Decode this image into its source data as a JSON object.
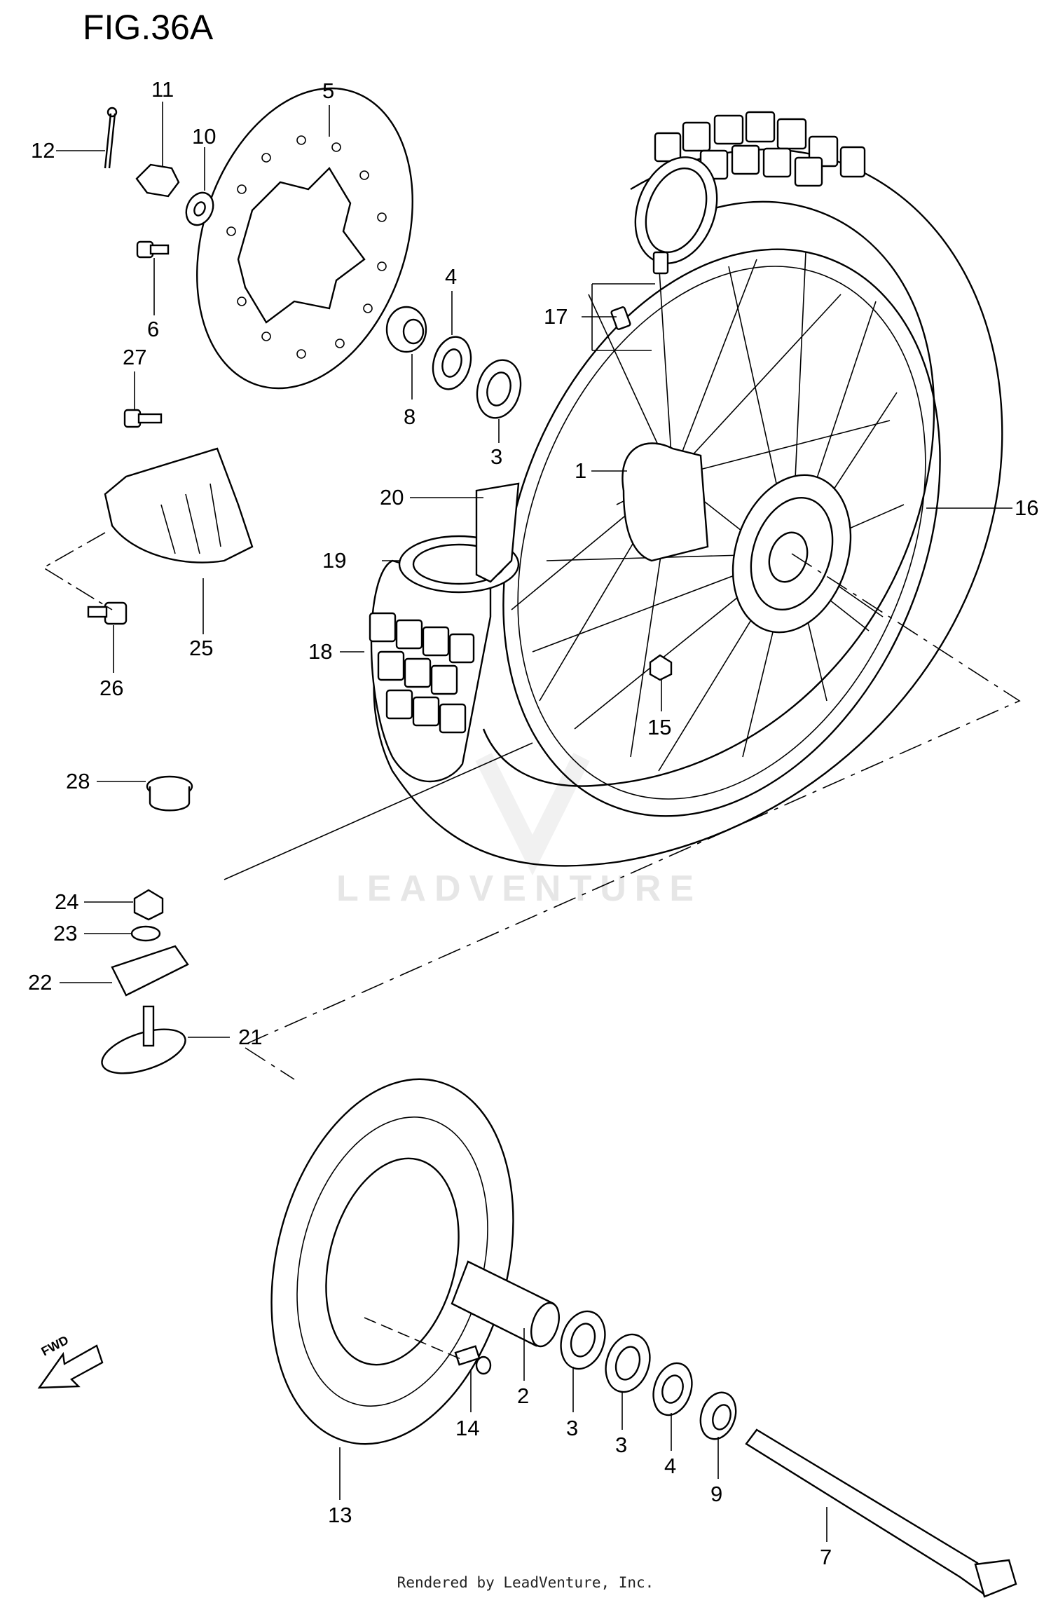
{
  "figure": {
    "title": "FIG.36A",
    "footer": "Rendered by LeadVenture, Inc.",
    "watermark": "LEADVENTURE",
    "fwd_label": "FWD"
  },
  "callouts": [
    {
      "id": "c12",
      "label": "12"
    },
    {
      "id": "c11",
      "label": "11"
    },
    {
      "id": "c10",
      "label": "10"
    },
    {
      "id": "c5",
      "label": "5"
    },
    {
      "id": "c6",
      "label": "6"
    },
    {
      "id": "c27",
      "label": "27"
    },
    {
      "id": "c4a",
      "label": "4"
    },
    {
      "id": "c8",
      "label": "8"
    },
    {
      "id": "c3a",
      "label": "3"
    },
    {
      "id": "c17",
      "label": "17"
    },
    {
      "id": "c1",
      "label": "1"
    },
    {
      "id": "c20",
      "label": "20"
    },
    {
      "id": "c16",
      "label": "16"
    },
    {
      "id": "c19",
      "label": "19"
    },
    {
      "id": "c25",
      "label": "25"
    },
    {
      "id": "c18",
      "label": "18"
    },
    {
      "id": "c26",
      "label": "26"
    },
    {
      "id": "c15",
      "label": "15"
    },
    {
      "id": "c28",
      "label": "28"
    },
    {
      "id": "c24",
      "label": "24"
    },
    {
      "id": "c23",
      "label": "23"
    },
    {
      "id": "c22",
      "label": "22"
    },
    {
      "id": "c21",
      "label": "21"
    },
    {
      "id": "c2",
      "label": "2"
    },
    {
      "id": "c13",
      "label": "13"
    },
    {
      "id": "c14",
      "label": "14"
    },
    {
      "id": "c3b",
      "label": "3"
    },
    {
      "id": "c3c",
      "label": "3"
    },
    {
      "id": "c4b",
      "label": "4"
    },
    {
      "id": "c9",
      "label": "9"
    },
    {
      "id": "c7",
      "label": "7"
    }
  ]
}
